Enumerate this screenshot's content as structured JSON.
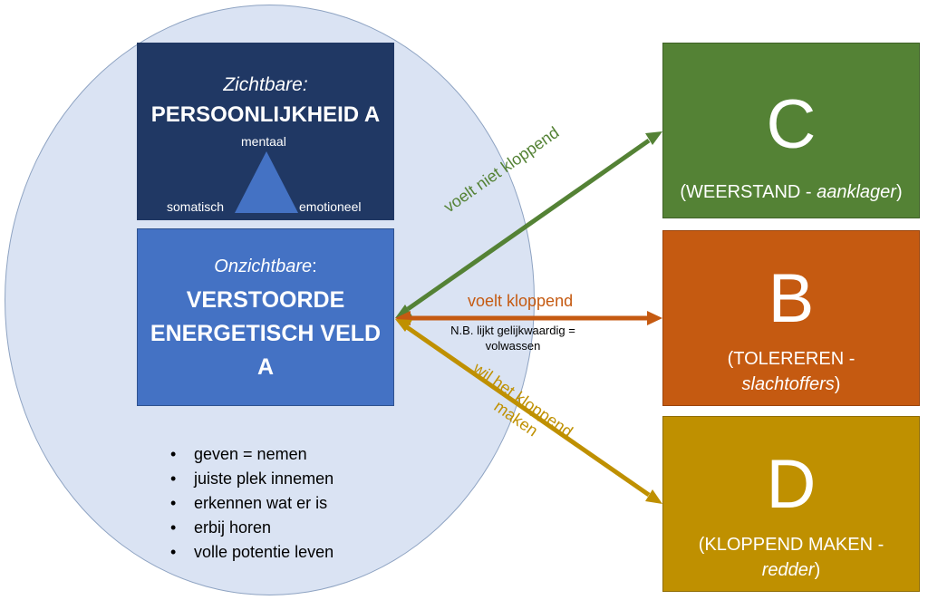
{
  "colors": {
    "ellipse": "#dae3f3",
    "dark_blue": "#203864",
    "mid_blue": "#4472c4",
    "green": "#548235",
    "orange": "#c55a11",
    "gold": "#bf9000"
  },
  "visible": {
    "sub": "Zichtbare:",
    "title": "PERSOONLIJKHEID A",
    "triangle": {
      "top": "mentaal",
      "left": "somatisch",
      "right": "emotioneel"
    }
  },
  "invisible": {
    "sub": "Onzichtbare",
    "sub_suffix": ":",
    "title": "VERSTOORDE ENERGETISCH VELD A"
  },
  "bullets": [
    "geven = nemen",
    "juiste plek innemen",
    "erkennen wat er is",
    "erbij horen",
    "volle potentie leven"
  ],
  "boxes": {
    "c": {
      "letter": "C",
      "desc_plain": "(WEERSTAND - ",
      "desc_italic": "aanklager",
      "desc_end": ")"
    },
    "b": {
      "letter": "B",
      "desc_plain": "(TOLEREREN -",
      "desc_italic": "slachtoffers",
      "desc_end": ")"
    },
    "d": {
      "letter": "D",
      "desc_plain": "(KLOPPEND MAKEN -",
      "desc_italic": "redder",
      "desc_end": ")"
    }
  },
  "arrows": {
    "c_label": "voelt niet kloppend",
    "b_label": "voelt kloppend",
    "b_note": "N.B. lijkt gelijkwaardig = volwassen",
    "d_label_1": "wil het kloppend",
    "d_label_2": "maken"
  }
}
